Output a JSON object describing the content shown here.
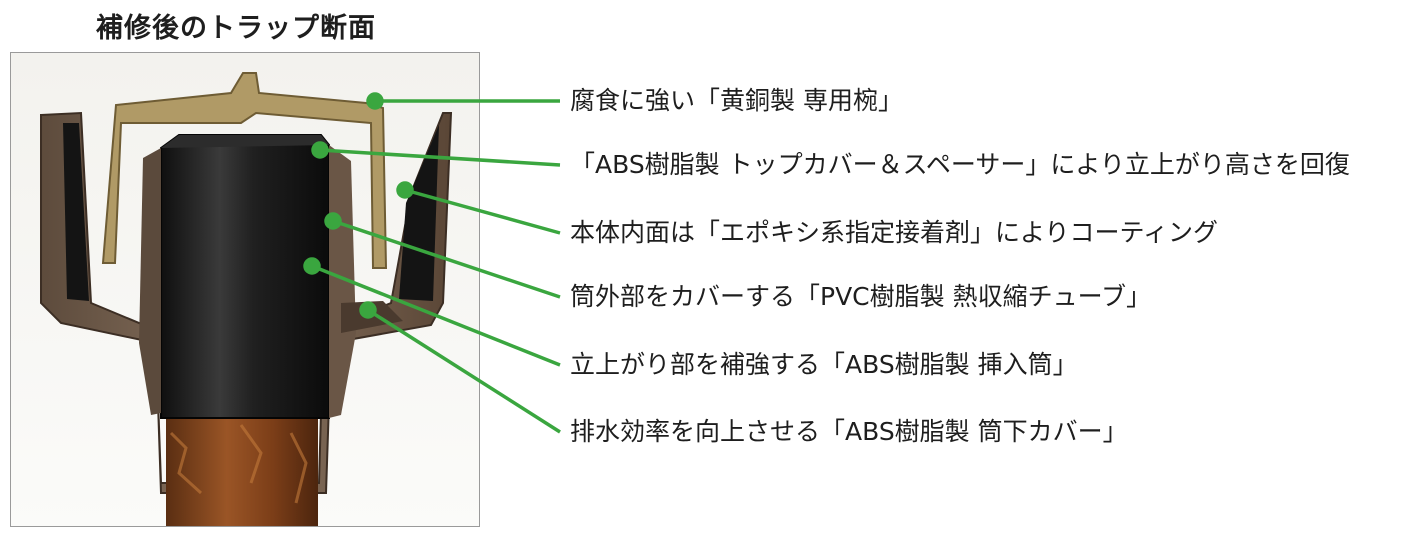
{
  "title": "補修後のトラップ断面",
  "colors": {
    "leader": "#3aa63f",
    "text": "#1e1e1e",
    "brass": "#b09a66",
    "iron": "#6e5a49",
    "black_tube": "#1c1c1c",
    "rust": "#8a4a1f",
    "background": "#f6f5f2"
  },
  "labels": [
    {
      "id": "brass-bowl",
      "text": "腐食に強い「黄銅製 専用椀」"
    },
    {
      "id": "top-cover",
      "text": "「ABS樹脂製 トップカバー＆スペーサー」により立上がり高さを回復"
    },
    {
      "id": "epoxy-coating",
      "text": "本体内面は「エポキシ系指定接着剤」によりコーティング"
    },
    {
      "id": "pvc-tube",
      "text": "筒外部をカバーする「PVC樹脂製 熱収縮チューブ」"
    },
    {
      "id": "insert-tube",
      "text": "立上がり部を補強する「ABS樹脂製 挿入筒」"
    },
    {
      "id": "bottom-cover",
      "text": "排水効率を向上させる「ABS樹脂製 筒下カバー」"
    }
  ]
}
